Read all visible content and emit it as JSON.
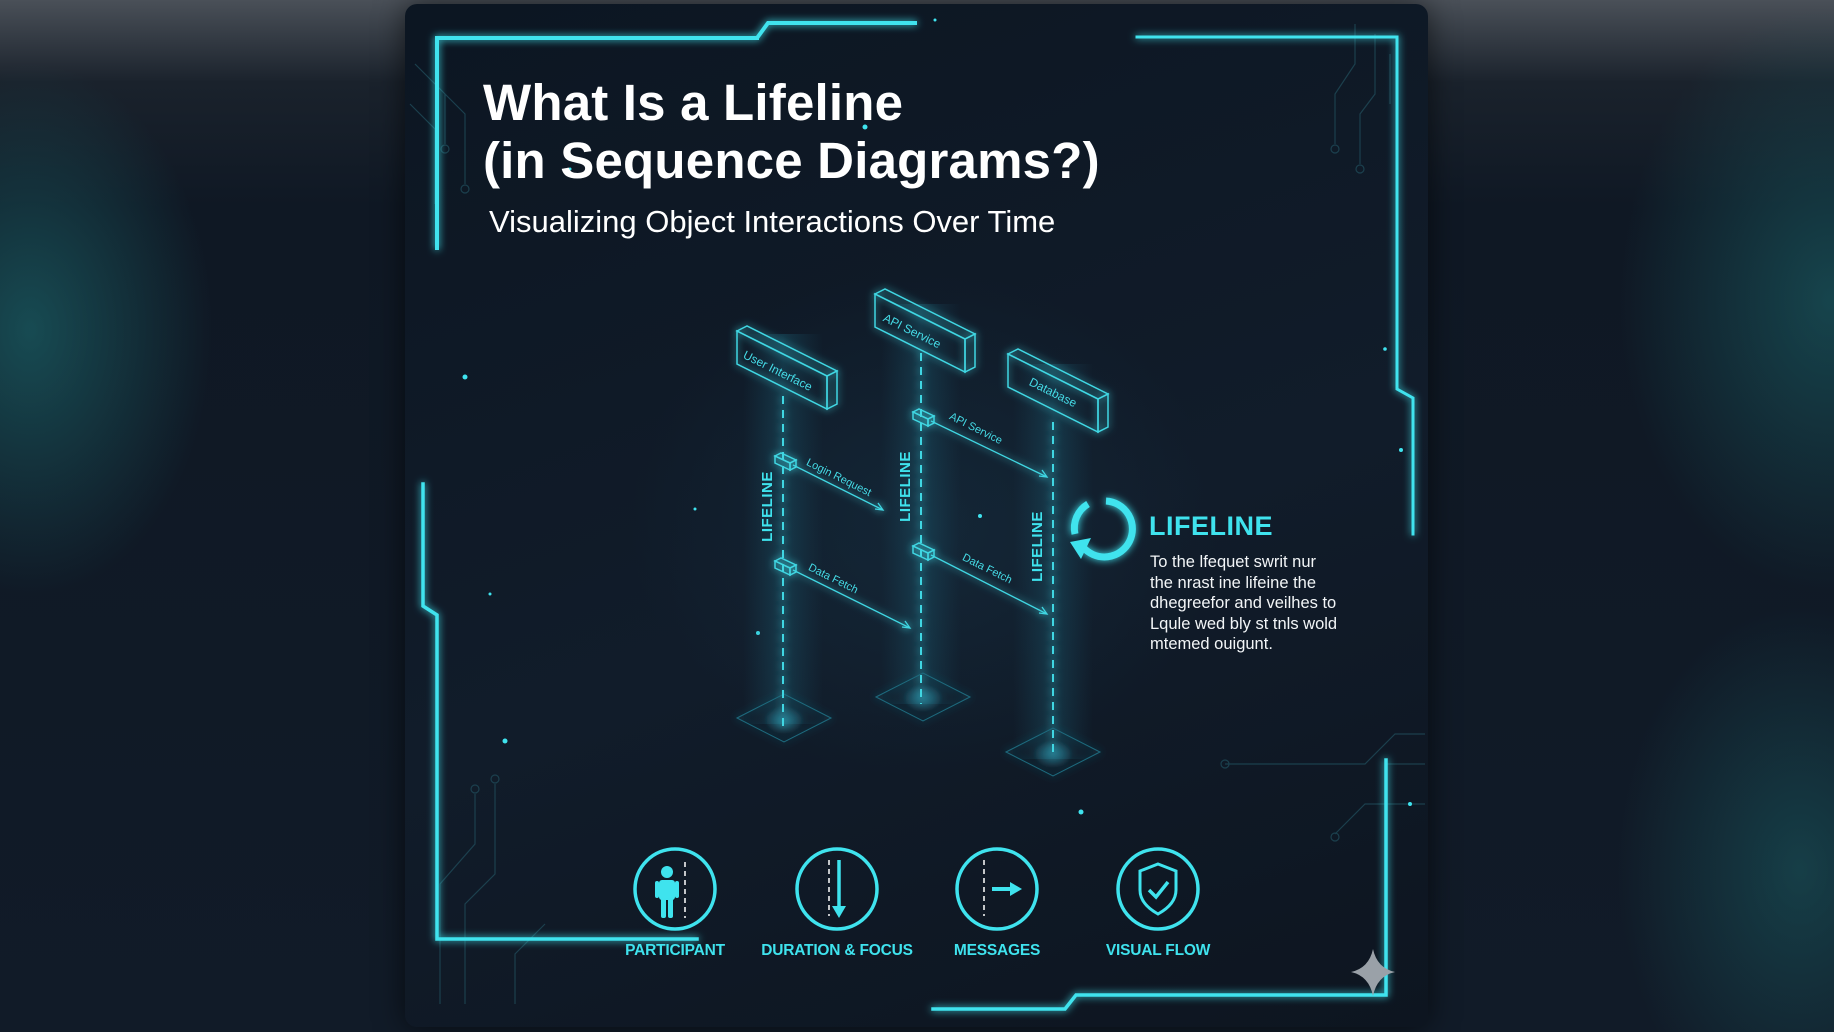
{
  "header": {
    "title_line1": "What Is a Lifeline",
    "title_line2": "(in Sequence Diagrams?)",
    "subtitle": "Visualizing Object Interactions Over Time"
  },
  "diagram": {
    "participants": [
      {
        "name": "User Interface",
        "lifeline_label": "LIFELINE"
      },
      {
        "name": "API Service",
        "lifeline_label": "LIFELINE"
      },
      {
        "name": "Database",
        "lifeline_label": "LIFELINE"
      }
    ],
    "messages": [
      {
        "from": "User Interface",
        "label": "Login Request"
      },
      {
        "from": "User Interface",
        "label": "Data Fetch"
      },
      {
        "from": "API Service",
        "label": "API Service"
      },
      {
        "from": "API Service",
        "label": "Data Fetch"
      }
    ]
  },
  "side_panel": {
    "icon": "cycle-arrow-icon",
    "heading": "LIFELINE",
    "body_lines": [
      "To the lfequet swrit nur",
      "the nrast ine lifeine the",
      "dhegreefor and veilhes to",
      "Lqule wed bly st tnls wold",
      "mtemed ouigunt."
    ]
  },
  "features": [
    {
      "icon": "person-icon",
      "label": "PARTICIPANT"
    },
    {
      "icon": "down-arrow-icon",
      "label": "DURATION & FOCUS"
    },
    {
      "icon": "right-arrow-icon",
      "label": "MESSAGES"
    },
    {
      "icon": "shield-check-icon",
      "label": "VISUAL FLOW"
    }
  ],
  "colors": {
    "accent": "#3fe3ee",
    "background": "#0f1824",
    "text": "#ffffff"
  }
}
